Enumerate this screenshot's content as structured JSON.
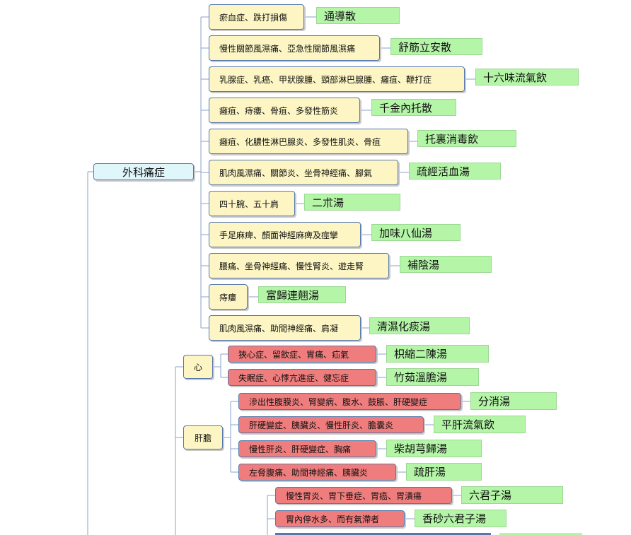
{
  "root": {
    "label": "外科痛症"
  },
  "surgery_items": [
    {
      "condition": "瘀血症、跌打損傷",
      "formula": "通導散"
    },
    {
      "condition": "慢性關節風濕痛、亞急性關節風濕痛",
      "formula": "舒筋立安散"
    },
    {
      "condition": "乳腺症、乳癌、甲狀腺腫、頸部淋巴腺腫、癰疽、鞭打症",
      "formula": "十六味流氣飲"
    },
    {
      "condition": "癰疽、痔瘻、骨疽、多發性筋炎",
      "formula": "千金內托散"
    },
    {
      "condition": "癰疽、化膿性淋巴腺炎、多發性肌炎、骨疽",
      "formula": "托裏消毒飲"
    },
    {
      "condition": "肌肉風濕痛、關節炎、坐骨神經痛、腳氣",
      "formula": "疏經活血湯"
    },
    {
      "condition": "四十腕、五十肩",
      "formula": "二朮湯"
    },
    {
      "condition": "手足麻痺、顏面神經麻痺及痙攣",
      "formula": "加味八仙湯"
    },
    {
      "condition": "腰痛、坐骨神經痛、慢性腎炎、遊走腎",
      "formula": "補陰湯"
    },
    {
      "condition": "痔瘻",
      "formula": "富歸連翹湯"
    },
    {
      "condition": "肌肉風濕痛、助間神經痛、肩凝",
      "formula": "清濕化痰湯"
    }
  ],
  "heart": {
    "label": "心",
    "items": [
      {
        "condition": "狹心症、留飲症、胃痛、疝氣",
        "formula": "枳縮二陳湯"
      },
      {
        "condition": "失眠症、心悸亢進症、健忘症",
        "formula": "竹茹溫膽湯"
      }
    ]
  },
  "liver": {
    "label": "肝膽",
    "items": [
      {
        "condition": "滲出性腹膜炎、腎變病、腹水、鼓脹、肝硬變症",
        "formula": "分消湯"
      },
      {
        "condition": "肝硬變症、胰臟炎、慢性肝炎、膽囊炎",
        "formula": "平肝流氣飲"
      },
      {
        "condition": "慢性肝炎、肝硬變症、胸痛",
        "formula": "柴胡芎歸湯"
      },
      {
        "condition": "左脅腹痛、助間神經痛、胰臟炎",
        "formula": "疏肝湯"
      }
    ]
  },
  "stomach_items": [
    {
      "condition": "慢性胃炎、胃下垂症、胃癌、胃潰瘍",
      "formula": "六君子湯"
    },
    {
      "condition": "胃內停水多、而有氣滯者",
      "formula": "香砂六君子湯"
    }
  ],
  "colors": {
    "condition_fill": "#fdf6c4",
    "organ_condition_fill": "#f07d7d",
    "formula_fill": "#b5f5a8",
    "root_fill": "#dff6fb",
    "border": "#5577aa"
  }
}
